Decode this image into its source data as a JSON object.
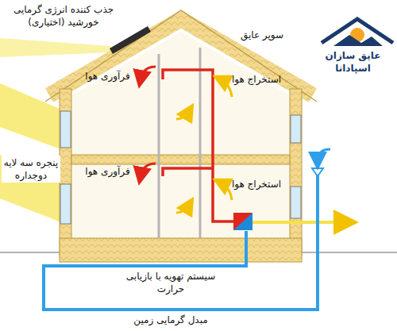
{
  "diagram": {
    "labels": [
      "جذب کننده انرژی گرمایی خورشید (اختیاری)",
      "سوپر عایق",
      "عایق سازان اسپادانا",
      "فرآوری هوا",
      "استخراج هوا",
      "فرآوری هوا",
      "استخراج هوا",
      "پنجره سه لایه دوجداره",
      "سیستم تهویه با بازیابی حرارت",
      "مبدل گرمایی زمین"
    ]
  }
}
